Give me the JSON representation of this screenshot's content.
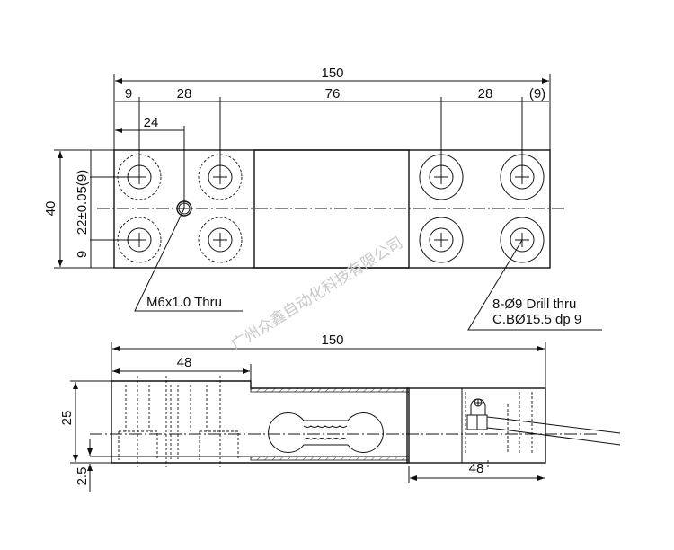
{
  "top_view": {
    "dim_overall": "150",
    "dim_edge_left": "9",
    "dim_pitch_left": "28",
    "dim_middle": "76",
    "dim_pitch_right": "28",
    "dim_edge_right": "(9)",
    "dim_thread_offset": "24",
    "dim_height": "40",
    "dim_hole_spacing": "22±0.05(9)",
    "dim_bottom_edge": "9",
    "thread_note": "M6x1.0 Thru",
    "hole_note_line1": "8-Ø9 Drill thru",
    "hole_note_line2": "C.BØ15.5 dp 9"
  },
  "side_view": {
    "dim_overall": "150",
    "dim_left_block": "48",
    "dim_right_block": "48",
    "dim_height": "25",
    "dim_gap": "2.5"
  },
  "watermark": "广州众鑫自动化科技有限公司"
}
